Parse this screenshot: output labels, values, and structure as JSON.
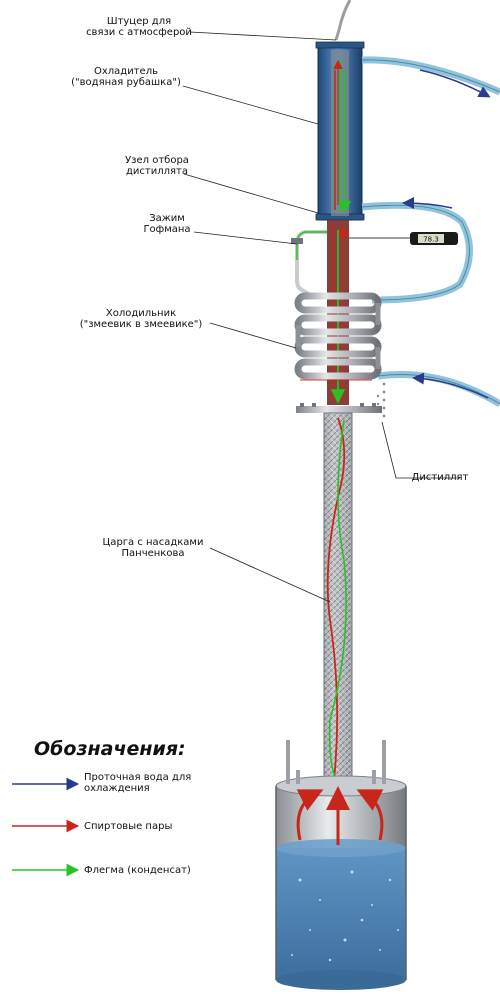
{
  "labels": {
    "fitting": [
      "Штуцер для",
      "связи с атмосферой"
    ],
    "cooler": [
      "Охладитель",
      "(\"водяная рубашка\")"
    ],
    "takeoff": [
      "Узел отбора",
      "дистиллята"
    ],
    "clamp": [
      "Зажим",
      "Гофмана"
    ],
    "condenser": [
      "Холодильник",
      "(\"змеевик в змеевике\")"
    ],
    "distillate": "Дистиллят",
    "column": [
      "Царга с насадками",
      "Панченкова"
    ]
  },
  "thermometer": {
    "reading": "78.3"
  },
  "legend": {
    "title": "Обозначения:",
    "items": [
      {
        "lines": [
          "Проточная вода для",
          "охлаждения"
        ],
        "color": "#2a3b8f"
      },
      {
        "lines": [
          "Спиртовые пары"
        ],
        "color": "#c8261b"
      },
      {
        "lines": [
          "Флегма (конденсат)"
        ],
        "color": "#28c228"
      }
    ]
  },
  "colors": {
    "water": "#2a3b8f",
    "vapor": "#c8261b",
    "reflux": "#28c228",
    "jacket": "#3f6fa6",
    "hose": "#8fc4dc",
    "steel": "#b8bcc0"
  }
}
